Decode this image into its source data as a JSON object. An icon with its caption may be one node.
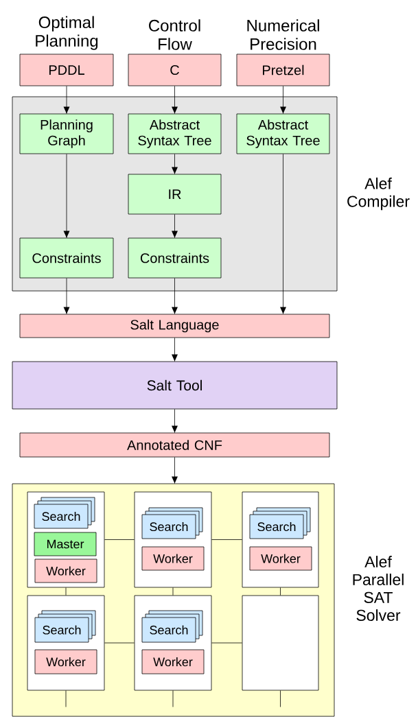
{
  "diagram": {
    "nodes": [
      {
        "text": [
          "Optimal Planning",
          "PDDL"
        ]
      },
      {
        "text": [
          "Control Flow",
          "C"
        ]
      },
      {
        "text": [
          "Numerical Precision",
          "Pretzel"
        ]
      },
      {
        "text": [
          "Alef Compiler"
        ]
      },
      {
        "text": [
          "Planning Graph"
        ],
        "in": 3
      },
      {
        "text": [
          "Abstract Syntax Tree"
        ],
        "in": 3
      },
      {
        "text": [
          "Abstract Syntax Tree"
        ],
        "in": 3
      },
      {
        "text": [
          "IR"
        ],
        "in": 3
      },
      {
        "text": [
          "Constraints"
        ],
        "in": 3
      },
      {
        "text": [
          "Constraints"
        ],
        "in": 3
      },
      {
        "text": [
          "Salt Language"
        ]
      },
      {
        "text": [
          "Salt Tool"
        ]
      },
      {
        "text": [
          "Annotated CNF"
        ]
      },
      {
        "text": [
          "Alef Parallel SAT Solver"
        ]
      },
      {
        "text": [],
        "shape": "box",
        "in": 13
      },
      {
        "text": [
          "Search"
        ],
        "in": 14
      },
      {
        "text": [
          "Master"
        ],
        "in": 14
      },
      {
        "text": [
          "Worker"
        ],
        "in": 14
      },
      {
        "text": [],
        "shape": "box",
        "in": 13
      },
      {
        "text": [
          "Search"
        ],
        "in": 18
      },
      {
        "text": [
          "Worker"
        ],
        "in": 18
      },
      {
        "text": [],
        "shape": "box",
        "in": 13
      },
      {
        "text": [
          "Search"
        ],
        "in": 21
      },
      {
        "text": [
          "Worker"
        ],
        "in": 21
      },
      {
        "text": [],
        "shape": "box",
        "in": 13
      },
      {
        "text": [
          "Search"
        ],
        "in": 24
      },
      {
        "text": [
          "Worker"
        ],
        "in": 24
      },
      {
        "text": [],
        "shape": "box",
        "in": 13
      },
      {
        "text": [
          "Search"
        ],
        "in": 27
      },
      {
        "text": [
          "Worker"
        ],
        "in": 27
      },
      {
        "text": [],
        "shape": "box",
        "in": 13
      }
    ],
    "edges": [
      {
        "from": 0,
        "to": 4,
        "arrow": "to"
      },
      {
        "from": 1,
        "to": 5,
        "arrow": "to"
      },
      {
        "from": 2,
        "to": 6,
        "arrow": "to"
      },
      {
        "from": 4,
        "to": 8,
        "arrow": "to"
      },
      {
        "from": 5,
        "to": 7,
        "arrow": "to"
      },
      {
        "from": 7,
        "to": 9,
        "arrow": "to"
      },
      {
        "from": 8,
        "to": 10,
        "arrow": "to"
      },
      {
        "from": 9,
        "to": 10,
        "arrow": "to"
      },
      {
        "from": 6,
        "to": 10,
        "arrow": "to"
      },
      {
        "from": 10,
        "to": 11,
        "arrow": "to"
      },
      {
        "from": 11,
        "to": 12,
        "arrow": "to"
      },
      {
        "from": 12,
        "to": 13,
        "arrow": "to"
      },
      {
        "from": 14,
        "to": 18,
        "arrow": "none"
      },
      {
        "from": 18,
        "to": 21,
        "arrow": "none"
      },
      {
        "from": 14,
        "to": 24,
        "arrow": "none"
      },
      {
        "from": 18,
        "to": 27,
        "arrow": "none"
      },
      {
        "from": 21,
        "to": 30,
        "arrow": "none"
      },
      {
        "from": 24,
        "to": 27,
        "arrow": "none"
      },
      {
        "from": 27,
        "to": 30,
        "arrow": "none"
      },
      {
        "from": 24,
        "to": null,
        "arrow": "none"
      },
      {
        "from": 27,
        "to": null,
        "arrow": "none"
      },
      {
        "from": 30,
        "to": null,
        "arrow": "none"
      }
    ]
  }
}
